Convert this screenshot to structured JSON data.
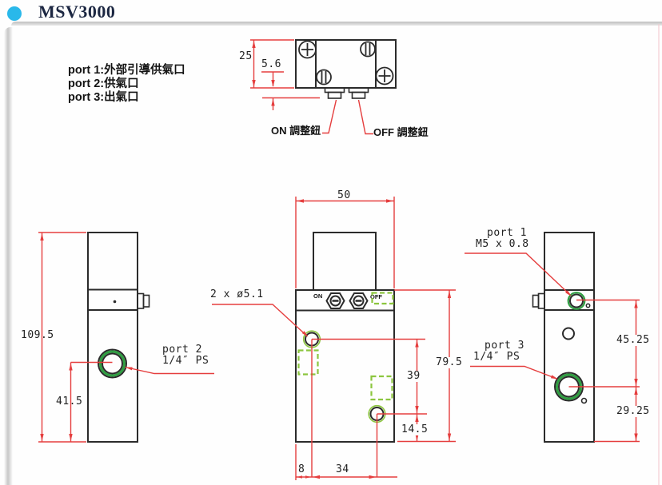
{
  "header": {
    "title": "MSV3000"
  },
  "legend": {
    "line1": "port 1:外部引導供氣口",
    "line2": "port 2:供氣口",
    "line3": "port 3:出氣口"
  },
  "top_view": {
    "dim_height": "25",
    "dim_knob_depth": "5.6",
    "on_label": "ON 調整鈕",
    "off_label": "OFF 調整鈕"
  },
  "left_view": {
    "dim_overall_height": "109.5",
    "dim_port2_from_bottom": "41.5",
    "port2_name": "port 2",
    "port2_size": "1/4″ PS"
  },
  "front_view": {
    "dim_width": "50",
    "dim_mount_holes": "2 x ø5.1",
    "dim_hole_span_v": "39",
    "dim_body_height": "79.5",
    "dim_lower_hole_from_bottom": "14.5",
    "dim_hole_offset_left": "8",
    "dim_hole_span_h": "34",
    "band_on": "ON",
    "band_off": "OFF"
  },
  "right_view": {
    "dim_port1_to_port3": "45.25",
    "dim_port3_from_bottom": "29.25",
    "port1_name": "port 1",
    "port1_size": "M5 x 0.8",
    "port3_name": "port 3",
    "port3_size": "1/4″ PS"
  },
  "colors": {
    "dimension_red": "#e53e3e",
    "port_ring_green": "#2f9e41",
    "highlight_green": "#8cc63f",
    "bullet_cyan": "#29b8ea",
    "title_navy": "#1c2742",
    "line_black": "#2b2b2b"
  }
}
